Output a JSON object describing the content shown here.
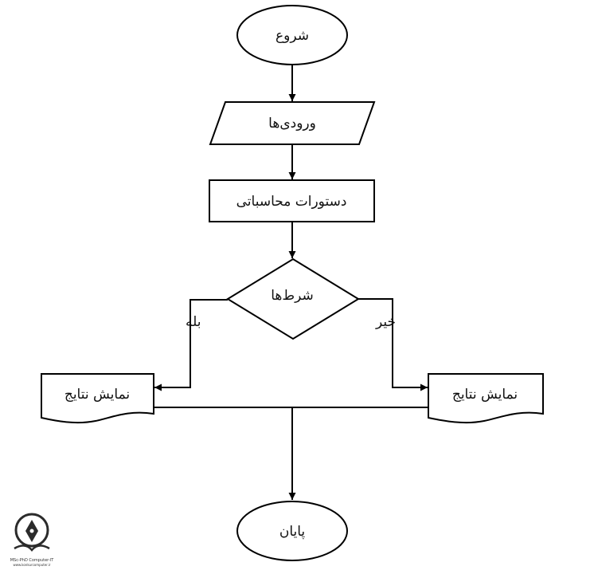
{
  "diagram": {
    "nodes": {
      "start": "شروع",
      "inputs": "ورودی‌ها",
      "compute": "دستورات محاسباتی",
      "condition": "شرط‌ها",
      "output_left": "نمایش نتایج",
      "output_right": "نمایش نتایج",
      "end": "پایان"
    },
    "edges": {
      "yes": "بله",
      "no": "خیر"
    }
  },
  "logo": {
    "caption": "MSc-PhD Computer-IT",
    "subcaption": "www.konkurcomputer.ir",
    "color": "#2b2b2b"
  },
  "colors": {
    "stroke": "#000000",
    "fill": "#ffffff"
  }
}
